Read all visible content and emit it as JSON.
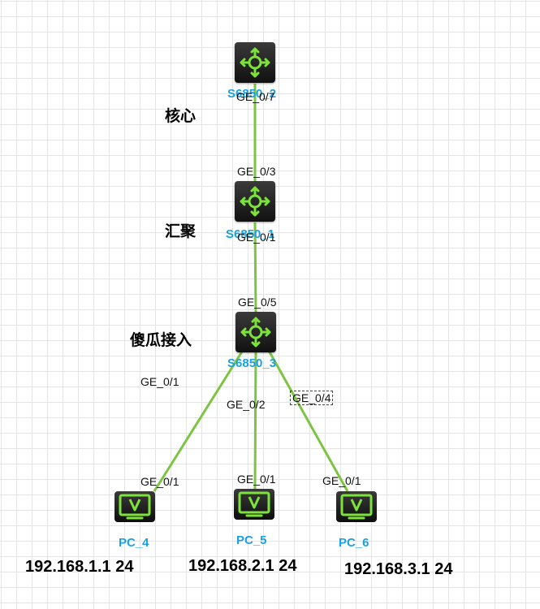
{
  "diagram": {
    "devices": [
      {
        "id": "s2",
        "name": "S6850_2",
        "icon": "switch-router-icon"
      },
      {
        "id": "s1",
        "name": "S6850_1",
        "icon": "switch-router-icon"
      },
      {
        "id": "s3",
        "name": "S6850_3",
        "icon": "switch-router-icon"
      },
      {
        "id": "pc4",
        "name": "PC_4",
        "icon": "pc-monitor-icon"
      },
      {
        "id": "pc5",
        "name": "PC_5",
        "icon": "pc-monitor-icon"
      },
      {
        "id": "pc6",
        "name": "PC_6",
        "icon": "pc-monitor-icon"
      }
    ],
    "links": [
      {
        "from": "s2",
        "to": "s1",
        "from_port": "GE_0/7",
        "to_port": "GE_0/3"
      },
      {
        "from": "s1",
        "to": "s3",
        "from_port": "GE_0/1",
        "to_port": "GE_0/5"
      },
      {
        "from": "s3",
        "to": "pc4",
        "from_port": "GE_0/1",
        "to_port": "GE_0/1"
      },
      {
        "from": "s3",
        "to": "pc5",
        "from_port": "GE_0/2",
        "to_port": "GE_0/1"
      },
      {
        "from": "s3",
        "to": "pc6",
        "from_port": "GE_0/4",
        "to_port": "GE_0/1"
      }
    ],
    "layers": {
      "core": "核心",
      "aggregation": "汇聚",
      "access": "傻瓜接入"
    },
    "ips": {
      "pc4": "192.168.1.1 24",
      "pc5": "192.168.2.1 24",
      "pc6": "192.168.3.1 24"
    },
    "colors": {
      "link": "#7dc443",
      "label": "#1ba0e1",
      "icon_accent": "#7ce33a",
      "device_body": "#1c1c1c"
    }
  }
}
